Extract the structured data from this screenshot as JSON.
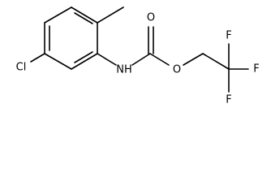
{
  "molecule": {
    "atom_labels": {
      "chlorine": "Cl",
      "amine": "NH",
      "carbonyl_oxygen": "O",
      "ester_oxygen": "O",
      "fluorine_top": "F",
      "fluorine_right": "F",
      "fluorine_bottom": "F"
    }
  }
}
